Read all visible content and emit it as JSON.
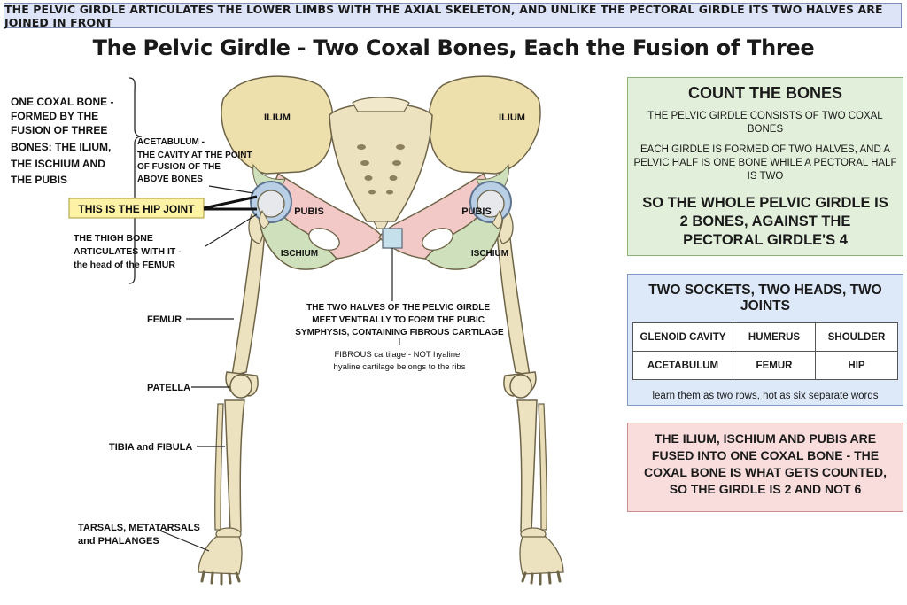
{
  "banner": "THE PELVIC GIRDLE ARTICULATES THE LOWER LIMBS WITH THE AXIAL SKELETON, AND UNLIKE THE PECTORAL GIRDLE ITS TWO HALVES ARE JOINED IN FRONT",
  "title": "The Pelvic Girdle - Two Coxal Bones, Each the Fusion of Three",
  "figure": {
    "bone_labels": {
      "ilium_left": "ILIUM",
      "ilium_right": "ILIUM",
      "pubis_left": "PUBIS",
      "pubis_right": "PUBIS",
      "ischium_left": "ISCHIUM",
      "ischium_right": "ISCHIUM"
    },
    "coxal_note": [
      "ONE COXAL BONE -",
      "FORMED BY THE",
      "FUSION OF THREE",
      "BONES: THE ILIUM,",
      "THE ISCHIUM AND",
      "THE PUBIS"
    ],
    "acetabulum_note": [
      "ACETABULUM -",
      "THE CAVITY AT THE POINT",
      "OF FUSION OF THE",
      "ABOVE BONES"
    ],
    "hip_joint": "THIS IS THE HIP JOINT",
    "thigh_note": [
      "THE THIGH BONE",
      "ARTICULATES WITH IT -",
      "the head of the FEMUR"
    ],
    "femur": "FEMUR",
    "patella": "PATELLA",
    "tibia": "TIBIA and FIBULA",
    "tarsals": [
      "TARSALS, METATARSALS",
      "and PHALANGES"
    ],
    "symphysis_note": [
      "THE TWO HALVES OF THE PELVIC GIRDLE",
      "MEET VENTRALLY TO FORM THE PUBIC",
      "SYMPHYSIS, CONTAINING FIBROUS CARTILAGE"
    ],
    "fibrous_note": [
      "FIBROUS cartilage - NOT hyaline;",
      "hyaline cartilage belongs to the ribs"
    ]
  },
  "count_box": {
    "heading": "COUNT THE BONES",
    "line1": "THE PELVIC GIRDLE CONSISTS OF TWO COXAL BONES",
    "line2": "EACH GIRDLE IS FORMED OF TWO HALVES, AND A PELVIC HALF IS ONE BONE WHILE A PECTORAL HALF IS TWO",
    "conclusion": "SO THE WHOLE PELVIC GIRDLE IS 2 BONES, AGAINST THE PECTORAL GIRDLE'S 4"
  },
  "sockets_box": {
    "heading": "TWO SOCKETS, TWO HEADS, TWO JOINTS",
    "rows": [
      [
        "GLENOID CAVITY",
        "HUMERUS",
        "SHOULDER"
      ],
      [
        "ACETABULUM",
        "FEMUR",
        "HIP"
      ]
    ],
    "footnote": "learn them as two rows, not as six separate words"
  },
  "fused_box": {
    "text": "THE ILIUM, ISCHIUM AND PUBIS ARE FUSED INTO ONE COXAL BONE - THE COXAL BONE IS WHAT GETS COUNTED, SO THE GIRDLE IS 2 AND NOT 6"
  },
  "colors": {
    "bone": "#ece2bf",
    "bone_outline": "#6e6448",
    "ilium": "#ede0ad",
    "pubis": "#f2c9c6",
    "ischium": "#cfe0bd",
    "symphysis": "#c5e0ea",
    "socket": "#b9cfe6",
    "highlight": "#fdf2a6"
  }
}
